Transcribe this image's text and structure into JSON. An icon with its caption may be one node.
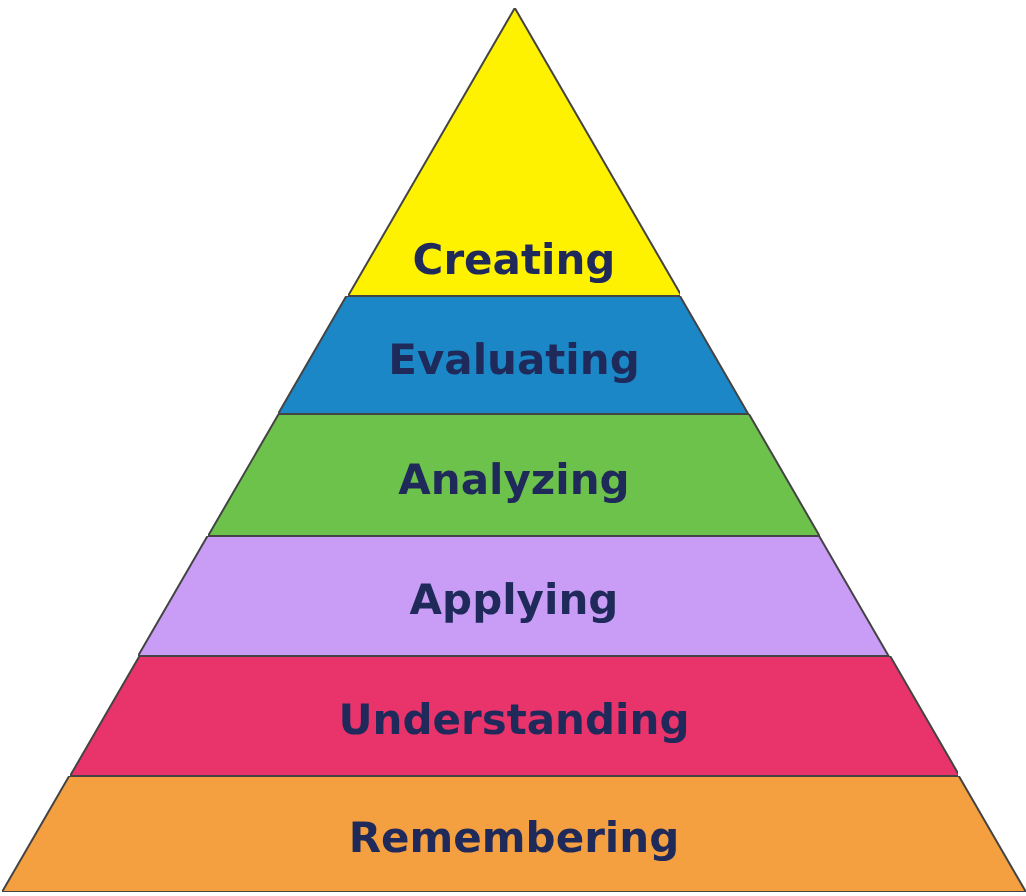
{
  "diagram": {
    "nodes": [
      {
        "text": [
          "Creating"
        ]
      },
      {
        "text": [
          "Evaluating"
        ]
      },
      {
        "text": [
          "Analyzing"
        ]
      },
      {
        "text": [
          "Applying"
        ]
      },
      {
        "text": [
          "Understanding"
        ]
      },
      {
        "text": [
          "Remembering"
        ]
      }
    ]
  }
}
